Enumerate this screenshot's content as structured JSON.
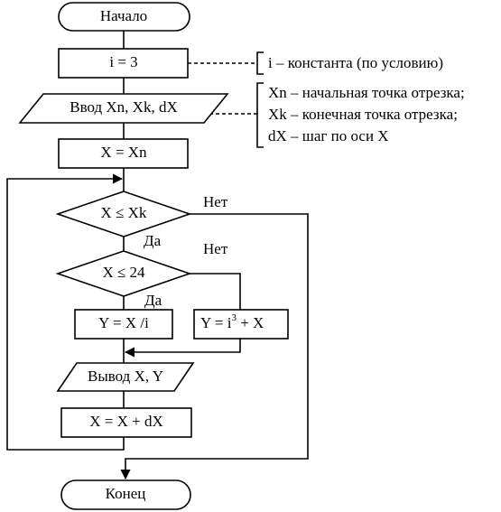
{
  "flowchart": {
    "start": "Начало",
    "assign_i": "i = 3",
    "input": "Ввод Xn, Xk, dX",
    "assign_x": "X = Xn",
    "cond_loop": "X ≤ Xk",
    "cond_24": "X ≤ 24",
    "calc_yes": "Y = X /i",
    "calc_no_base": "Y = i",
    "calc_no_exp": "3",
    "calc_no_tail": " + X",
    "output": "Вывод X, Y",
    "step": "X = X + dX",
    "end": "Конец",
    "label_no_1": "Нет",
    "label_yes_1": "Да",
    "label_no_2": "Нет",
    "label_yes_2": "Да"
  },
  "notes": {
    "constant": "i – константа (по условию)",
    "xn": "Xn – начальная точка отрезка;",
    "xk": "Xk – конечная точка отрезка;",
    "dx": "dX – шаг по оси X"
  }
}
